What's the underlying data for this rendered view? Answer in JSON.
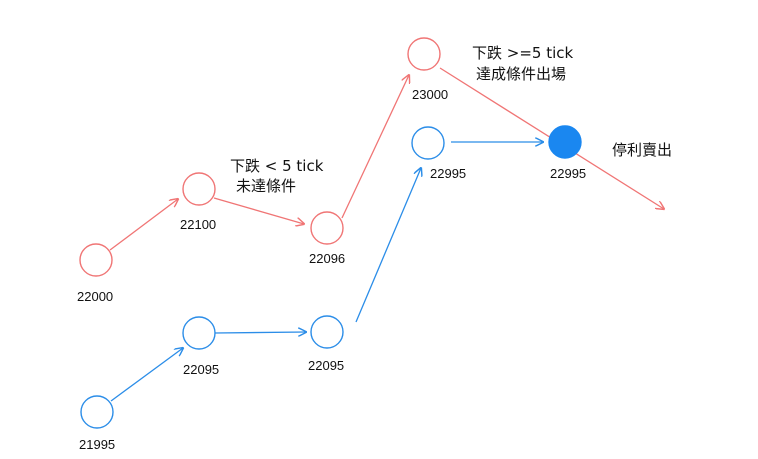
{
  "colors": {
    "red_series": "#f07575",
    "blue_series": "#2b8de8",
    "filled_node": "#1a87f0",
    "text": "#111111"
  },
  "red_path": {
    "labels": [
      "22000",
      "22100",
      "22096",
      "23000"
    ]
  },
  "blue_path": {
    "labels": [
      "21995",
      "22095",
      "22095",
      "22995",
      "22995"
    ]
  },
  "notes": {
    "drop_lt5_line1": "下跌 < 5 tick",
    "drop_lt5_line2": "未達條件",
    "drop_ge5_line1": "下跌 >=5  tick",
    "drop_ge5_line2": "達成條件出場",
    "stop_sell": "停利賣出"
  }
}
